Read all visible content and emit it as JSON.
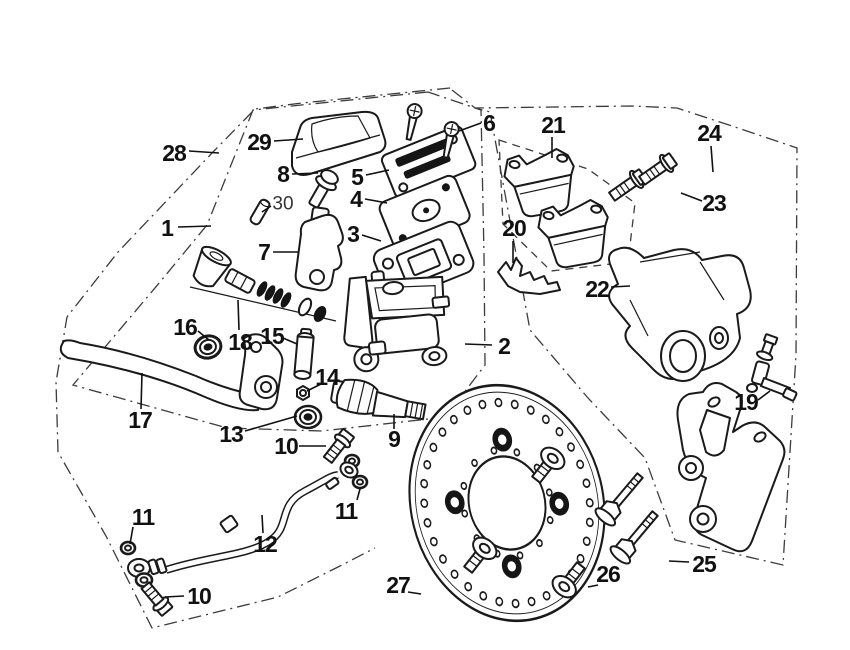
{
  "diagram": {
    "kind": "exploded-parts-diagram",
    "subject": "front disc brake assembly (master cylinder, caliper, rotor)",
    "background": "#ffffff",
    "line_color": "#1a1a1a"
  },
  "labels": [
    {
      "id": "28",
      "text": "28"
    },
    {
      "id": "1",
      "text": "1"
    },
    {
      "id": "29",
      "text": "29"
    },
    {
      "id": "8",
      "text": "8"
    },
    {
      "id": "30",
      "text": "30"
    },
    {
      "id": "7",
      "text": "7"
    },
    {
      "id": "5",
      "text": "5"
    },
    {
      "id": "4",
      "text": "4"
    },
    {
      "id": "3",
      "text": "3"
    },
    {
      "id": "6",
      "text": "6"
    },
    {
      "id": "21",
      "text": "21"
    },
    {
      "id": "24",
      "text": "24"
    },
    {
      "id": "23",
      "text": "23"
    },
    {
      "id": "20",
      "text": "20"
    },
    {
      "id": "22",
      "text": "22"
    },
    {
      "id": "2",
      "text": "2"
    },
    {
      "id": "19",
      "text": "19"
    },
    {
      "id": "9",
      "text": "9"
    },
    {
      "id": "14",
      "text": "14"
    },
    {
      "id": "13",
      "text": "13"
    },
    {
      "id": "10u",
      "text": "10"
    },
    {
      "id": "16",
      "text": "16"
    },
    {
      "id": "18",
      "text": "18"
    },
    {
      "id": "15",
      "text": "15"
    },
    {
      "id": "17",
      "text": "17"
    },
    {
      "id": "12",
      "text": "12"
    },
    {
      "id": "11r",
      "text": "11"
    },
    {
      "id": "11l",
      "text": "11"
    },
    {
      "id": "10l",
      "text": "10"
    },
    {
      "id": "25",
      "text": "25"
    },
    {
      "id": "26",
      "text": "26"
    },
    {
      "id": "27",
      "text": "27"
    }
  ]
}
